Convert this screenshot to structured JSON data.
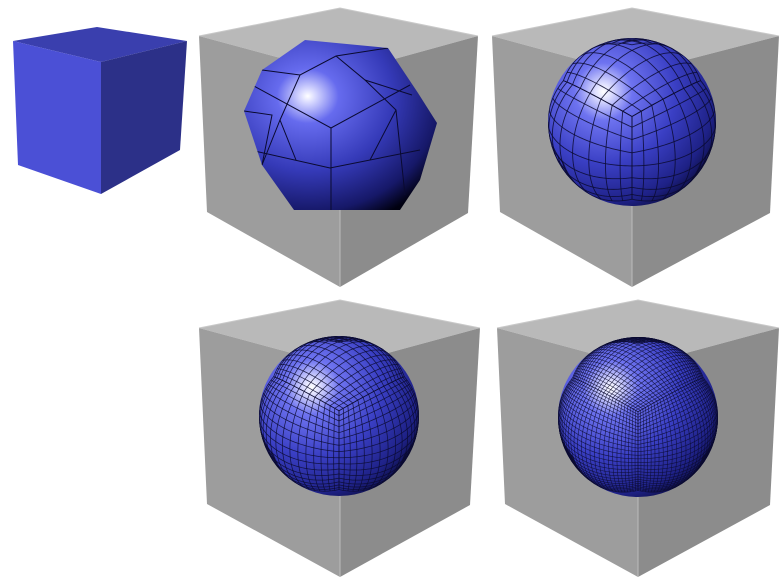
{
  "colors": {
    "background": "#ffffff",
    "cube_blue_left": "#4a4fd8",
    "cube_blue_top": "#3a3fae",
    "cube_blue_right": "#2b2f86",
    "sphere_base": "#3d42c8",
    "sphere_dark": "#0b0c3a",
    "sphere_highlight": "#ffffff",
    "cage_left": "#9d9d9d",
    "cage_right": "#8a8a8a",
    "cage_top": "#b8b8b8",
    "cage_edge": "#bdbdbd",
    "wire": "#0a0a30"
  },
  "stages": [
    {
      "level": 0,
      "shape": "cube"
    },
    {
      "level": 1,
      "shape": "subdivided-sphere"
    },
    {
      "level": 2,
      "shape": "subdivided-sphere"
    },
    {
      "level": 3,
      "shape": "subdivided-sphere"
    },
    {
      "level": 4,
      "shape": "subdivided-sphere"
    }
  ]
}
